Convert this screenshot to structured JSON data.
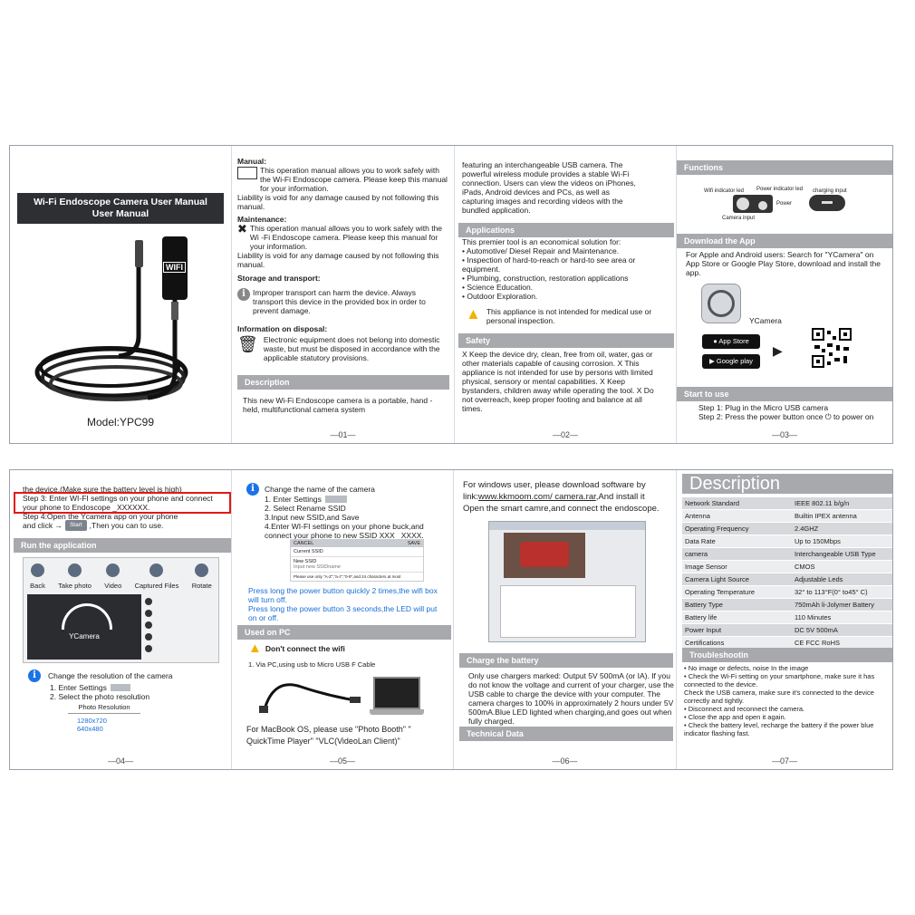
{
  "p1": {
    "title_line1": "Wi-Fi Endoscope Camera User Manual",
    "title_line2": "User Manual",
    "dongle_logo": "WIFI",
    "model": "Model:YPC99"
  },
  "p2": {
    "manual_h": "Manual:",
    "manual_t": "This operation manual allows you to work safely with the Wi-Fi Endoscope camera. Please keep this manual for your information.",
    "manual_t2": "Liability is void for any damage caused by not following this manual.",
    "maint_h": "Maintenance:",
    "maint_t": "This operation manual allows you to work safely with the Wi -Fi Endoscope camera. Please keep this manual for your information.",
    "maint_t2": "Liability is void for any damage caused by not following this manual.",
    "storage_h": "Storage and transport:",
    "storage_t": "Improper transport can harm the device. Always transport this device in the provided box in order to prevent damage.",
    "disposal_h": "Information on disposal:",
    "disposal_t": "Electronic equipment does not belong into domestic waste, but must be disposed in accordance with the applicable statutory provisions.",
    "desc_bar": "Description",
    "desc_t": "This new Wi-Fi Endoscope camera is a portable, hand - held, multifunctional camera system",
    "num": "—01—"
  },
  "p3": {
    "intro": "featuring an interchangeable USB camera. The powerful wireless module provides a stable Wi-Fi connection. Users can view the videos on iPhones, iPads, Android devices and PCs, as well as capturing images and recording videos with the bundled application.",
    "app_bar": "Applications",
    "app_lead": "This premier tool is an economical solution for:",
    "app_items": [
      "• Automotive/ Diesel Repair and Maintenance.",
      "• Inspection of hard-to-reach or hard-to see area or equipment.",
      "• Plumbing, construction, restoration applications",
      "• Science Education.",
      "• Outdoor Exploration."
    ],
    "warn_t": "This appliance is not intended for medical use or personal inspection.",
    "safety_bar": "Safety",
    "safety_t": "X Keep the device dry, clean, free from oil, water, gas or other materials capable of causing corrosion. X This appliance is not intended for use by persons with limited physical, sensory or mental capabilities. X Keep bystanders, children away while operating the tool. X Do not overreach, keep proper footing and balance at all times.",
    "num": "—02—"
  },
  "p4": {
    "func_bar": "Functions",
    "lbl_wifi": "Wifi indicator led",
    "lbl_power_led": "Power indicator led",
    "lbl_charging": "charging input",
    "lbl_power": "Power",
    "lbl_camera": "Camera input",
    "download_bar": "Download the App",
    "download_t": "For Apple and Android users: Search for \"YCamera\" on App Store or Google Play Store, download and install the app.",
    "app_name": "YCamera",
    "appstore": "App Store",
    "googleplay": "Google play",
    "start_bar": "Start to use",
    "step1": "Step 1: Plug in the Micro USB camera",
    "step2": "Step 2: Press the power button once ⏻ to power on",
    "num": "—03—"
  },
  "p5": {
    "cont_t": "the device.(Make sure the battery level is high)",
    "step3": "Step 3: Enter WI-FI settings on your phone and connect your phone to Endoscope _XXXXXX.",
    "step4a": "Step 4:Open the Ycamera app on your phone",
    "step4b": "and click →",
    "step4_btn": "Start",
    "step4c": ",Then you can to use.",
    "run_bar": "Run the application",
    "icons": [
      "Back",
      "Take photo",
      "Video",
      "Captured Files",
      "Rotate"
    ],
    "screen_logo": "YCamera",
    "res_h": "Change the resolution of the camera",
    "res_1": "1. Enter Settings",
    "res_2": "2. Select the photo resolution",
    "res_title": "Photo Resolution",
    "res_opt1": "1280x720",
    "res_opt2": "640x480",
    "num": "—04—"
  },
  "p6": {
    "name_h": "Change the name of the camera",
    "n1": "1. Enter Settings",
    "n2": "2. Select Rename SSID",
    "n3": "3.Input new SSID,and Save",
    "n4": "4.Enter WI-FI settings on your phone buck,and connect your phone to new SSID XXX _XXXX.",
    "dlg_cancel": "CANCEL",
    "dlg_save": "SAVE",
    "dlg_cur": "Current SSID",
    "dlg_new": "New SSID",
    "dlg_new_ph": "Input new SSIDname",
    "dlg_note": "Please use only \"A-Z\",\"a-z\",\"0-9\",and 24 characters at most",
    "blue1": "Press long the power button quickly 2 times,the wifi box will turn off.",
    "blue2": "Press long the power button 3 seconds,the LED will put on or off.",
    "usedpc_bar": "Used on PC",
    "warn": "Don't connect the wifi",
    "via": "1. Via PC,using usb to Micro USB F Cable",
    "mac_t": "For MacBook OS, please use \"Photo Booth\" \" QuickTime Player\" \"VLC(VideoLan Client)\"",
    "num": "—05—"
  },
  "p7": {
    "win_t1": "For windows user, please download software by link:",
    "win_link": "www.kkmoom.com/ camera.rar",
    "win_t2": ",And install it",
    "win_t3": "Open the smart camre,and connect the endoscope.",
    "charge_bar": "Charge the battery",
    "charge_t": "Only use chargers marked: Output 5V 500mA (or IA). If you do not know the voltage and current of your charger, use the USB cable to charge the device with your computer. The camera charges to 100% in approximately 2 hours under 5V 500mA.Blue LED lighted when charging,and goes out when fully charged.",
    "tech_bar": "Technical Data",
    "num": "—06—"
  },
  "p8": {
    "desc_h": "Description",
    "specs": [
      [
        "Network Standard",
        "IEEE 802.11 b/g/n"
      ],
      [
        "Antenna",
        "Builtin IPEX antenna"
      ],
      [
        "Operating Frequency",
        "2.4GHZ"
      ],
      [
        "Data Rate",
        "Up to 150Mbps"
      ],
      [
        "camera",
        "Interchangeable USB Type"
      ],
      [
        "Image Sensor",
        "CMOS"
      ],
      [
        "Camera Light Source",
        "Adjustable Leds"
      ],
      [
        "Operating Temperature",
        "32° to 113°F(0° to45° C)"
      ],
      [
        "Battery Type",
        "750mAh li-Jolymer Battery"
      ],
      [
        "Battery life",
        "110 Minutes"
      ],
      [
        "Power Input",
        "DC 5V 500mA"
      ],
      [
        "Certifications",
        "CE FCC RoHS"
      ]
    ],
    "trouble_bar": "Troubleshootin",
    "trouble_t": [
      "• No image or defects, noise In the image",
      "• Check the Wi-Fi setting on your smartphone, make sure it has connected to the device.",
      "Check the USB camera, make sure it's connected to the device correctly and tightly.",
      "• Disconnect and reconnect the camera.",
      "• Close the app and open it again.",
      "• Check the battery level, recharge the battery if the power blue indicator flashing fast."
    ],
    "num": "—07—"
  }
}
